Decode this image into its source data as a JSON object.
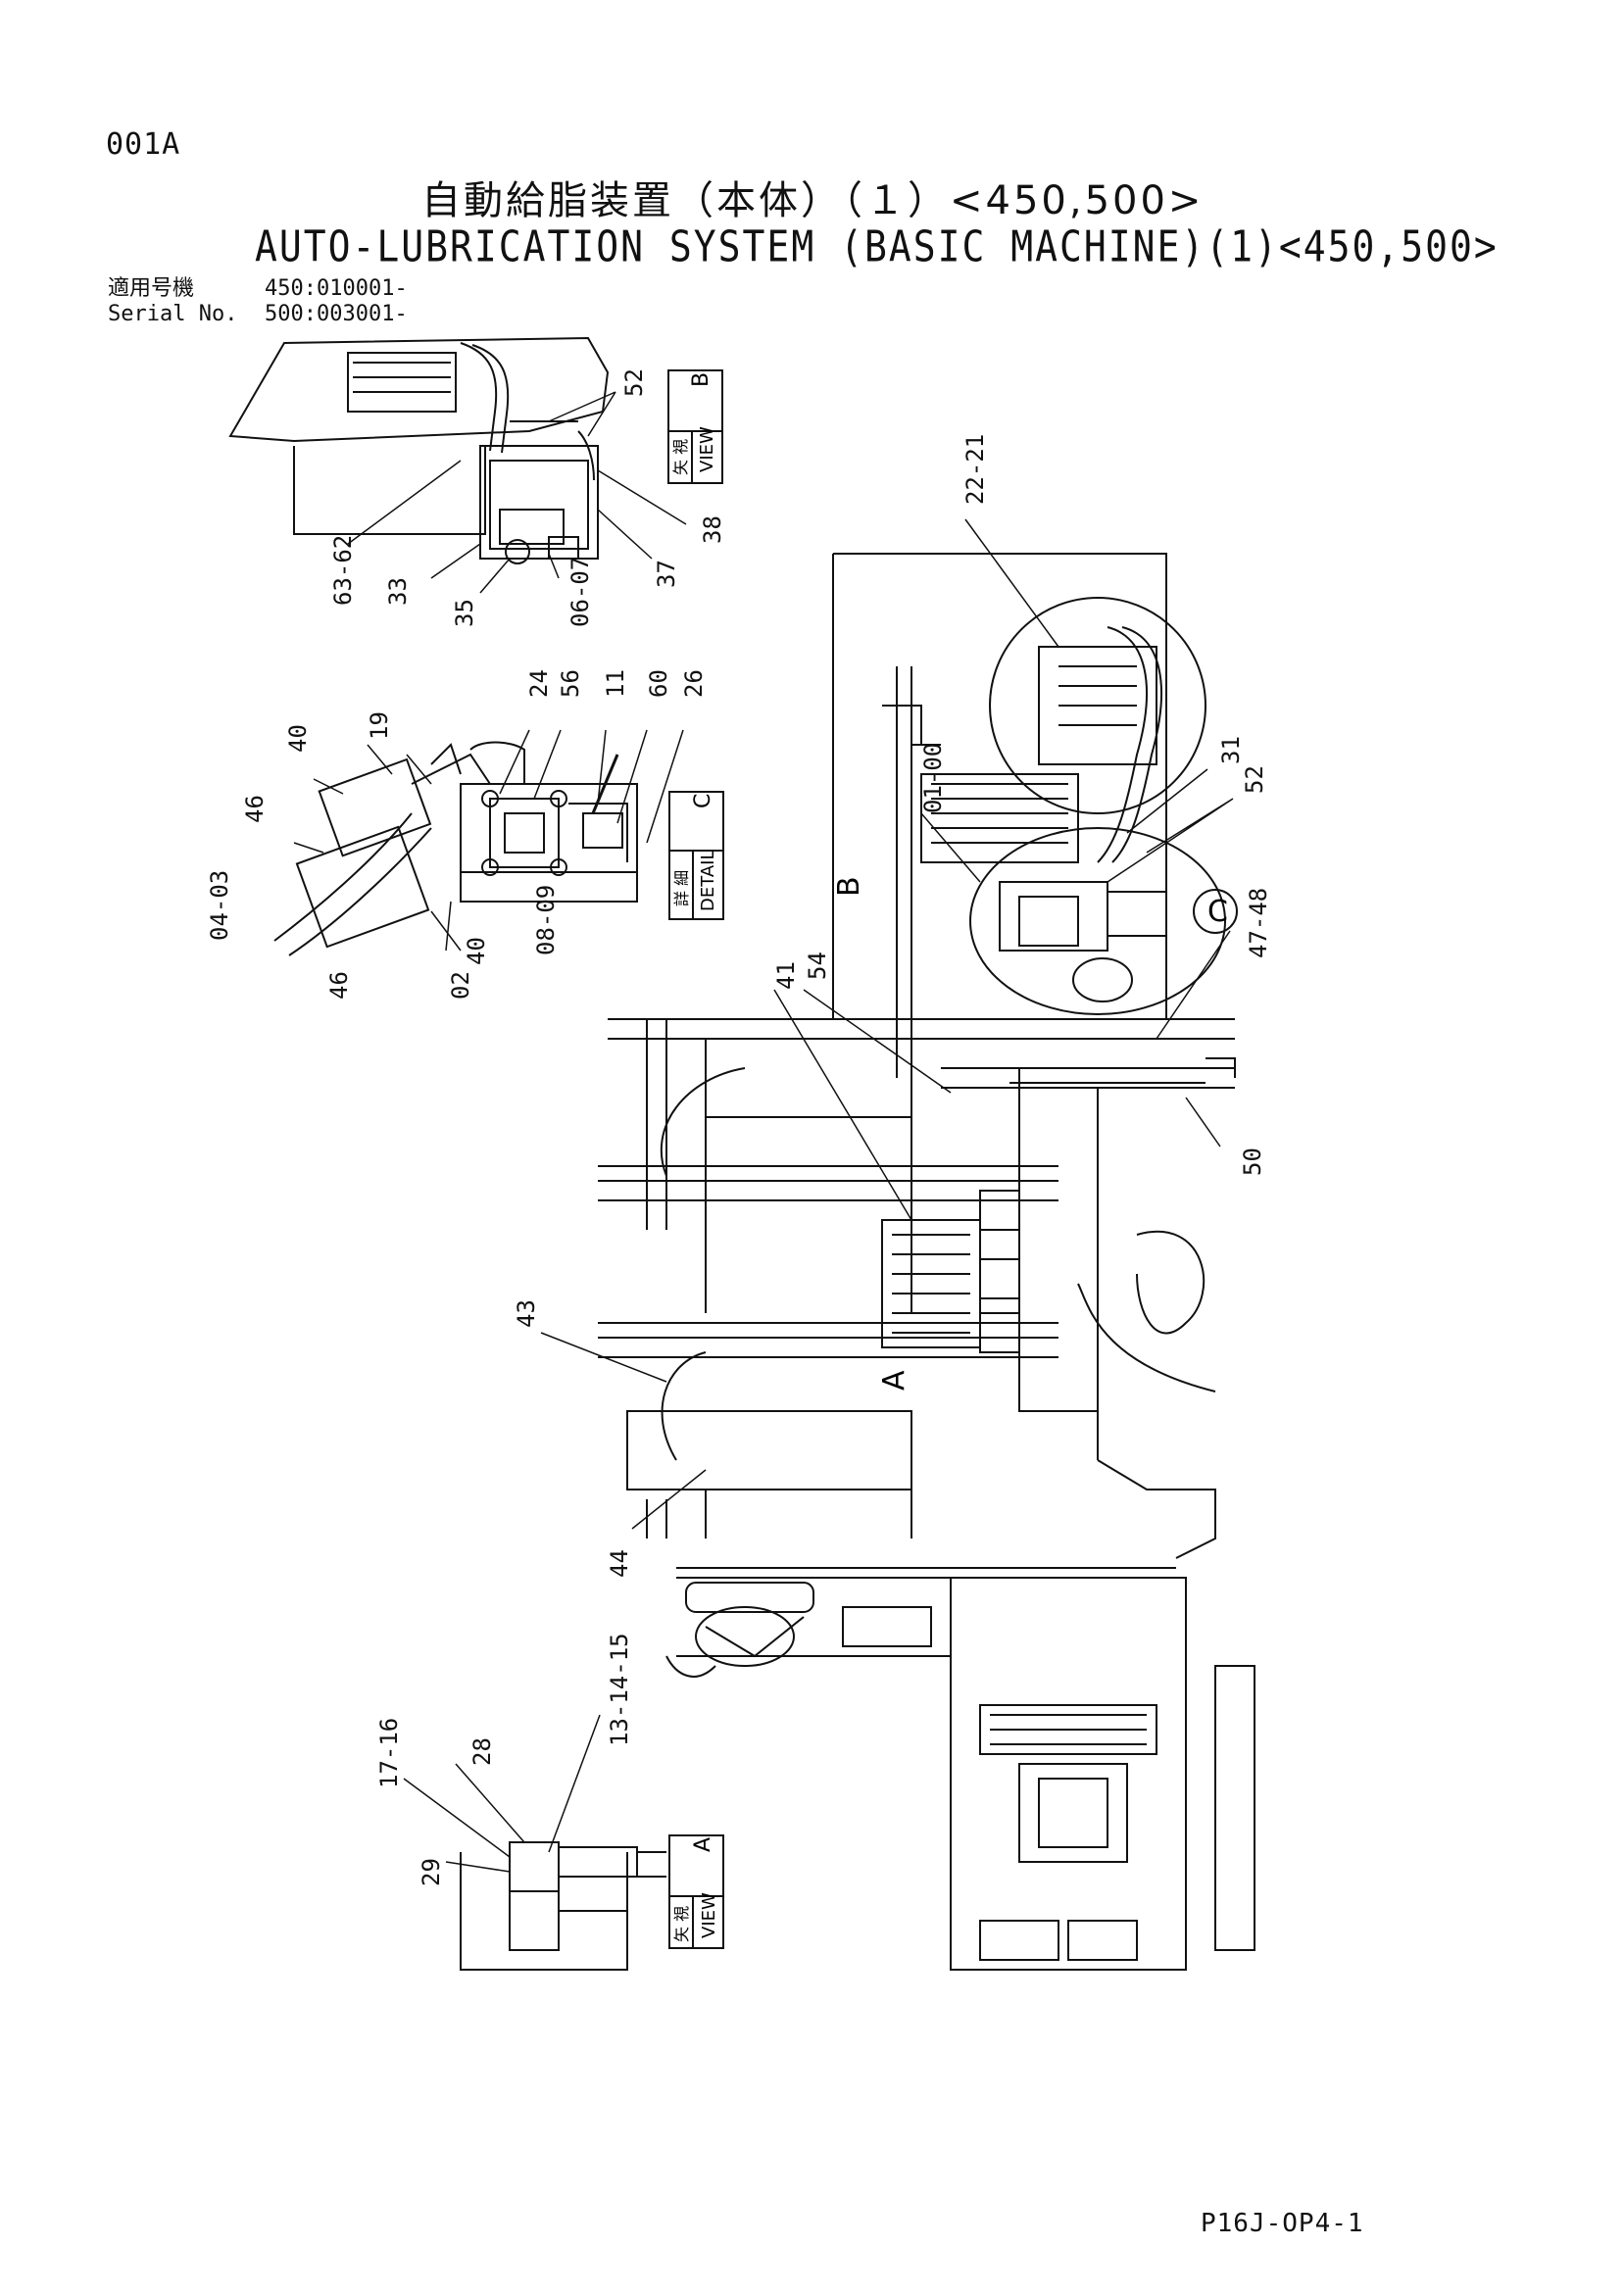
{
  "page_id": "001A",
  "title_jp": "自動給脂装置（本体）（１）<450,500>",
  "title_en": "AUTO-LUBRICATION SYSTEM (BASIC MACHINE)(1)<450,500>",
  "serial": {
    "label_jp": "適用号機",
    "label_en": "Serial No.",
    "values": [
      "450:010001-",
      "500:003001-"
    ]
  },
  "views": {
    "view_b": {
      "jp": "矢 視",
      "en": "VIEW",
      "letter": "B"
    },
    "detail_c": {
      "jp": "詳 細",
      "en": "DETAIL",
      "letter": "C"
    },
    "view_a": {
      "jp": "矢 視",
      "en": "VIEW",
      "letter": "A"
    }
  },
  "markers": {
    "a": "A",
    "b": "B",
    "c": "C"
  },
  "callouts": {
    "c52a": "52",
    "c38": "38",
    "c37": "37",
    "c0607": "06-07",
    "c35": "35",
    "c33": "33",
    "c6362": "63-62",
    "c24": "24",
    "c56": "56",
    "c11": "11",
    "c60": "60",
    "c26": "26",
    "c19": "19",
    "c40a": "40",
    "c46a": "46",
    "c0403": "04-03",
    "c46b": "46",
    "c02": "02",
    "c40b": "40",
    "c0809": "08-09",
    "c2221": "22-21",
    "c31": "31",
    "c52b": "52",
    "c0100": "01-00",
    "c4748": "47-48",
    "c50": "50",
    "c54": "54",
    "c41": "41",
    "c43": "43",
    "c44": "44",
    "c1716": "17-16",
    "c28": "28",
    "c131415": "13-14-15",
    "c29": "29"
  },
  "footer": "P16J-OP4-1"
}
